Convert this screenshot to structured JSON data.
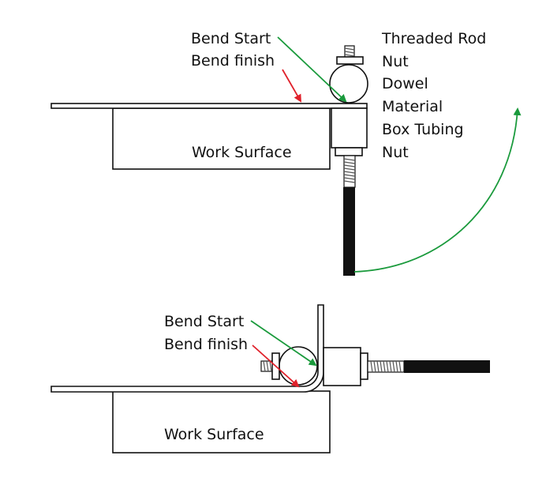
{
  "top": {
    "bend_start": "Bend Start",
    "bend_finish": "Bend finish",
    "work_surface": "Work Surface",
    "parts": [
      "Threaded Rod",
      "Nut",
      "Dowel",
      "Material",
      "Box Tubing",
      "Nut"
    ]
  },
  "bottom": {
    "bend_start": "Bend Start",
    "bend_finish": "Bend finish",
    "work_surface": "Work Surface"
  },
  "colors": {
    "bend_start_arrow": "#1a9a3c",
    "bend_finish_arrow": "#e0212b",
    "rotation_arrow": "#1a9a3c",
    "handle": "#111111"
  }
}
